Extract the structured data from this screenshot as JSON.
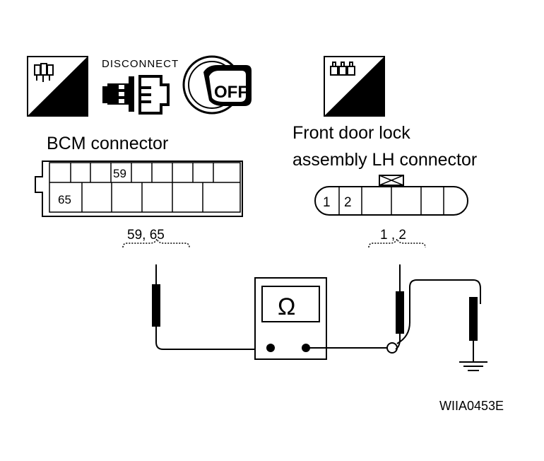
{
  "icons": {
    "hs_label": "H.S.",
    "disconnect_label": "DISCONNECT",
    "off_label": "OFF",
    "ts_label": "T.S."
  },
  "bcm": {
    "title": "BCM connector",
    "pin_top": "59",
    "pin_bottom": "65",
    "probe_label": "59, 65"
  },
  "door": {
    "title_line1": "Front door lock",
    "title_line2": "assembly LH connector",
    "pin1": "1",
    "pin2": "2",
    "probe_label": "1 , 2"
  },
  "meter": {
    "symbol": "Ω"
  },
  "figure_code": "WIIA0453E"
}
